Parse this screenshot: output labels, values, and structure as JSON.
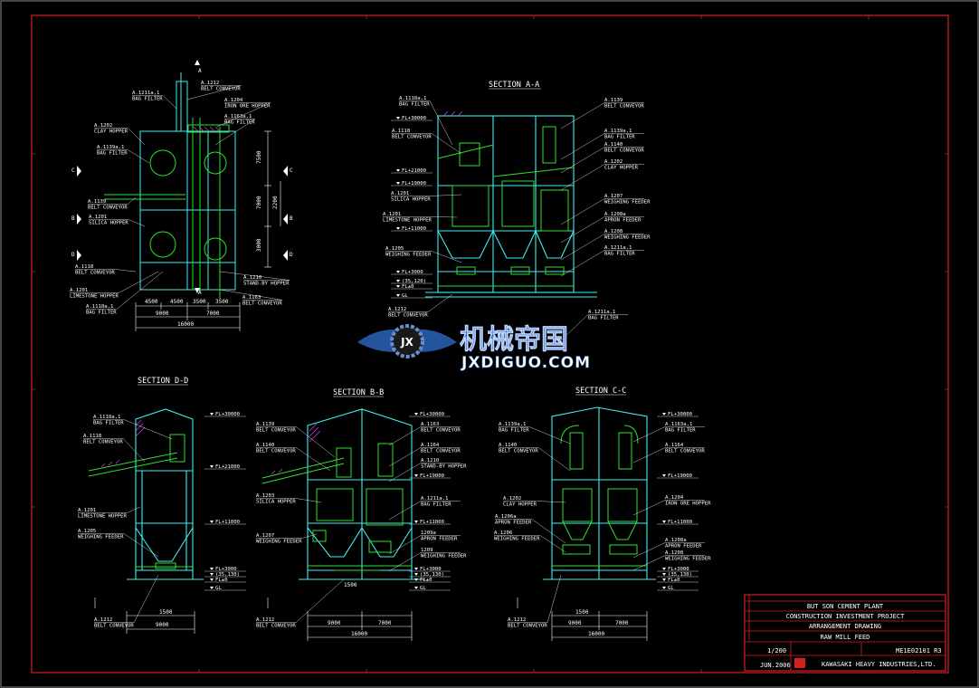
{
  "colors": {
    "background": "#000000",
    "frame_red": "#d42020",
    "structure_cyan": "#3ef0f0",
    "equipment_green": "#2ee02e",
    "text_white": "#ffffff",
    "hatch_magenta": "#e040e0",
    "watermark_blue": "#2a63b8"
  },
  "views": {
    "plan": {
      "section_markers": [
        "A",
        "A",
        "C",
        "C",
        "B",
        "B",
        "D",
        "D"
      ],
      "labels": [
        [
          "A.1212",
          "BELT CONVEYOR"
        ],
        [
          "A.1211a,1",
          "BAG FILTER"
        ],
        [
          "A.1204",
          "IRON ORE HOPPER"
        ],
        [
          "A.1163a,1",
          "BAG FILTER"
        ],
        [
          "A.1202",
          "CLAY HOPPER"
        ],
        [
          "A.1139a,1",
          "BAG FILTER"
        ],
        [
          "A.1139",
          "BELT CONVEYOR"
        ],
        [
          "A.1201",
          "SILICA HOPPER"
        ],
        [
          "A.1118",
          "BELT CONVEYOR"
        ],
        [
          "A.1201",
          "LIMESTONE HOPPER"
        ],
        [
          "A.1118a,1",
          "BAG FILTER"
        ],
        [
          "A.1210",
          "STAND-BY HOPPER"
        ],
        [
          "A.1163",
          "BELT CONVEYOR"
        ]
      ],
      "dims_vertical": [
        "7500",
        "7000",
        "2200",
        "3000"
      ],
      "dims_bottom_1": [
        "4500",
        "4500",
        "3500",
        "3500"
      ],
      "dims_bottom_2": [
        "9000",
        "7000"
      ],
      "dims_bottom_3": "16000"
    },
    "section_aa": {
      "title": "SECTION A-A",
      "labels_left": [
        [
          "A.1118a,1",
          "BAG FILTER"
        ],
        [
          "A.1118",
          "BELT CONVEYOR"
        ],
        [
          "A.1201",
          "SILICA HOPPER"
        ],
        [
          "A.1201",
          "LIMESTONE HOPPER"
        ],
        [
          "A.1205",
          "WEIGHING FEEDER"
        ],
        [
          "A.1212",
          "BELT CONVEYOR"
        ]
      ],
      "labels_right": [
        [
          "A.1139",
          "BELT CONVEYOR"
        ],
        [
          "A.1139a,1",
          "BAG FILTER"
        ],
        [
          "A.1140",
          "BELT CONVEYOR"
        ],
        [
          "A.1202",
          "CLAY HOPPER"
        ],
        [
          "A.1207",
          "WEIGHING FEEDER"
        ],
        [
          "A.1208a",
          "APRON FEEDER"
        ],
        [
          "A.1208",
          "WEIGHING FEEDER"
        ],
        [
          "A.1211a,1",
          "BAG FILTER"
        ],
        [
          "A.1211a,1",
          "BAG FILTER"
        ]
      ],
      "levels": [
        "FL+30000",
        "FL+21000",
        "FL+19000",
        "FL+11000",
        "FL+3000",
        "(35,120)",
        "FL±0",
        "GL"
      ]
    },
    "section_dd": {
      "title": "SECTION D-D",
      "labels": [
        [
          "A.1118a,1",
          "BAG FILTER"
        ],
        [
          "A.1118",
          "BELT CONVEYOR"
        ],
        [
          "A.1201",
          "LIMESTONE HOPPER"
        ],
        [
          "A.1205",
          "WEIGHING FEEDER"
        ],
        [
          "A.1212",
          "BELT CONVEYOR"
        ]
      ],
      "levels": [
        "FL+30000",
        "FL+21000",
        "FL+11000",
        "FL+3000",
        "(35,130)",
        "FL±0",
        "GL"
      ],
      "dims": [
        "1500",
        "9000"
      ]
    },
    "section_bb": {
      "title": "SECTION B-B",
      "labels_left": [
        [
          "A.1139",
          "BELT CONVEYOR"
        ],
        [
          "A.1140",
          "BELT CONVEYOR"
        ],
        [
          "A.1203",
          "SILICA HOPPER"
        ],
        [
          "A.1207",
          "WEIGHING FEEDER"
        ],
        [
          "A.1212",
          "BELT CONVEYOR"
        ]
      ],
      "labels_right": [
        [
          "A.1163",
          "BELT CONVEYOR"
        ],
        [
          "A.1164",
          "BELT CONVEYOR"
        ],
        [
          "A.1210",
          "STAND-BY HOPPER"
        ],
        [
          "A.1211a,1",
          "BAG FILTER"
        ],
        [
          "1209a",
          "APRON FEEDER"
        ],
        [
          "1209",
          "WEIGHING FEEDER"
        ]
      ],
      "levels": [
        "FL+30000",
        "FL+19000",
        "FL+11000",
        "FL+3000",
        "(35,130)",
        "FL±0",
        "GL"
      ],
      "dims": [
        "1500",
        "9000",
        "7000",
        "16000"
      ]
    },
    "section_cc": {
      "title": "SECTION C-C",
      "labels_left": [
        [
          "A.1139a,1",
          "BAG FILTER"
        ],
        [
          "A.1140",
          "BELT CONVEYOR"
        ],
        [
          "A.1202",
          "CLAY HOPPER"
        ],
        [
          "A.1206a",
          "APRON FEEDER"
        ],
        [
          "A.1206",
          "WEIGHING FEEDER"
        ],
        [
          "A.1212",
          "BELT CONVEYOR"
        ]
      ],
      "labels_right": [
        [
          "A.1163a,1",
          "BAG FILTER"
        ],
        [
          "A.1164",
          "BELT CONVEYOR"
        ],
        [
          "A.1204",
          "IRON ORE HOPPER"
        ],
        [
          "A.1208a",
          "APRON FEEDER"
        ],
        [
          "A.1208",
          "WEIGHING FEEDER"
        ]
      ],
      "levels": [
        "FL+30000",
        "FL+19000",
        "FL+11000",
        "FL+3000",
        "(35,130)",
        "FL±0",
        "GL"
      ],
      "dims": [
        "1500",
        "9000",
        "7000",
        "16000"
      ]
    }
  },
  "watermark": {
    "chinese": "机械帝国",
    "latin": "JXDIGUO.COM",
    "emblem": "JX"
  },
  "title_block": {
    "project": "BUT SON CEMENT PLANT",
    "sub_project": "CONSTRUCTION INVESTMENT PROJECT",
    "drawing_kind": "ARRANGEMENT DRAWING",
    "drawing_name": "RAW MILL FEED",
    "scale": "1/200",
    "date": "JUN.2006",
    "drawing_no": "ME1E02101 R3",
    "company": "KAWASAKI HEAVY INDUSTRIES,LTD."
  }
}
